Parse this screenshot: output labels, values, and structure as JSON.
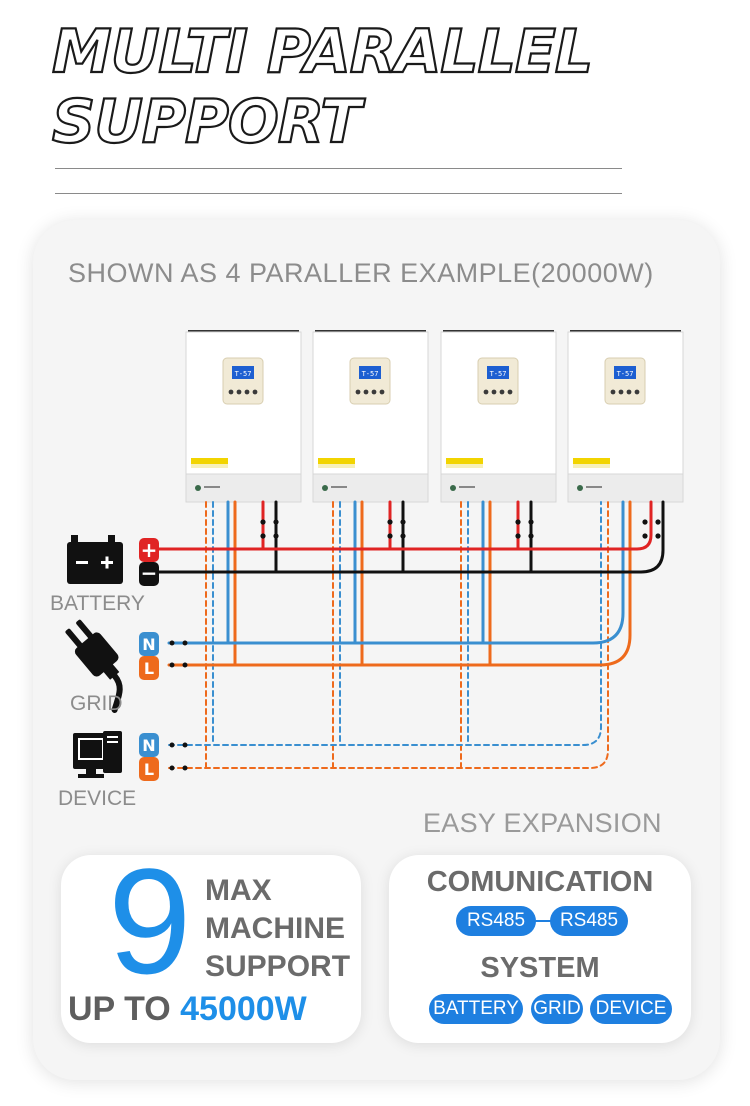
{
  "header": {
    "title_line1": "MULTI PARALLEL",
    "title_line2": "SUPPORT"
  },
  "diagram": {
    "subtitle": "SHOWN AS 4 PARALLER EXAMPLE(20000W)",
    "battery_label": "BATTERY",
    "grid_label": "GRID",
    "device_label": "DEVICE",
    "plus_symbol": "+",
    "minus_symbol": "−",
    "n_symbol": "N",
    "l_symbol": "L",
    "battery_symbol": "- +",
    "inverter_display": "T-57",
    "inverter_count": 4,
    "colors": {
      "positive": "#e02424",
      "negative": "#111111",
      "neutral": "#3a8fd0",
      "live": "#ee6a1c"
    }
  },
  "expansion": {
    "heading": "EASY EXPANSION",
    "left_panel": {
      "big_number": "9",
      "line1": "MAX",
      "line2": "MACHINE",
      "line3": "SUPPORT",
      "upto_prefix": "UP TO",
      "upto_value": "45000W"
    },
    "right_panel": {
      "communication_title": "COMUNICATION",
      "rs_left": "RS485",
      "rs_right": "RS485",
      "system_title": "SYSTEM",
      "system_items": [
        "BATTERY",
        "GRID",
        "DEVICE"
      ]
    },
    "accent": "#1e8fe8"
  }
}
